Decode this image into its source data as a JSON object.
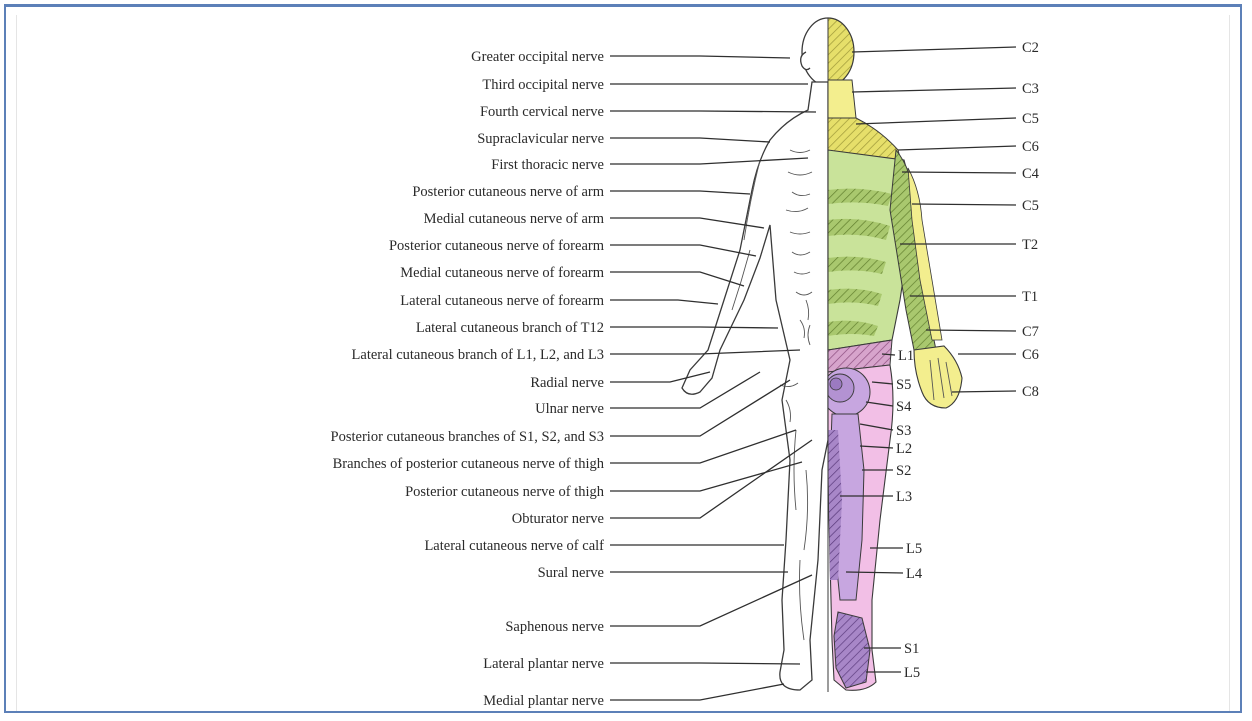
{
  "left_labels": [
    {
      "text": "Greater occipital nerve"
    },
    {
      "text": "Third occipital nerve"
    },
    {
      "text": "Fourth cervical nerve"
    },
    {
      "text": "Supraclavicular nerve"
    },
    {
      "text": "First thoracic nerve"
    },
    {
      "text": "Posterior cutaneous nerve of arm"
    },
    {
      "text": "Medial cutaneous nerve of arm"
    },
    {
      "text": "Posterior cutaneous nerve of forearm"
    },
    {
      "text": "Medial cutaneous nerve of forearm"
    },
    {
      "text": "Lateral cutaneous nerve of forearm"
    },
    {
      "text": "Lateral cutaneous branch of T12"
    },
    {
      "text": "Lateral cutaneous branch of L1, L2, and L3"
    },
    {
      "text": "Radial nerve"
    },
    {
      "text": "Ulnar nerve"
    },
    {
      "text": "Posterior cutaneous branches of S1, S2, and S3"
    },
    {
      "text": "Branches of posterior cutaneous nerve of thigh"
    },
    {
      "text": "Posterior cutaneous nerve of thigh"
    },
    {
      "text": "Obturator nerve"
    },
    {
      "text": "Lateral cutaneous nerve of calf"
    },
    {
      "text": "Sural nerve"
    },
    {
      "text": "Saphenous nerve"
    },
    {
      "text": "Lateral plantar nerve"
    },
    {
      "text": "Medial plantar nerve"
    }
  ],
  "right_labels": [
    {
      "text": "C2"
    },
    {
      "text": "C3"
    },
    {
      "text": "C5"
    },
    {
      "text": "C6"
    },
    {
      "text": "C4"
    },
    {
      "text": "C5"
    },
    {
      "text": "T2"
    },
    {
      "text": "T1"
    },
    {
      "text": "C7"
    },
    {
      "text": "C6"
    },
    {
      "text": "C8"
    }
  ],
  "inner_labels": [
    {
      "text": "L1"
    },
    {
      "text": "S5"
    },
    {
      "text": "S4"
    },
    {
      "text": "S3"
    },
    {
      "text": "L2"
    },
    {
      "text": "S2"
    },
    {
      "text": "L3"
    },
    {
      "text": "L5"
    },
    {
      "text": "L4"
    },
    {
      "text": "S1"
    },
    {
      "text": "L5"
    }
  ],
  "colors": {
    "cervical_yellow": "#f3ee8e",
    "cervical_dark": "#c9c35a",
    "thoracic_green": "#c9e39a",
    "thoracic_dark": "#8aa84f",
    "lumbar_pink": "#f2bfe6",
    "sacral_purple": "#c7a6e0",
    "sacral_dark": "#8a5fb0",
    "border": "#5c80b8"
  }
}
